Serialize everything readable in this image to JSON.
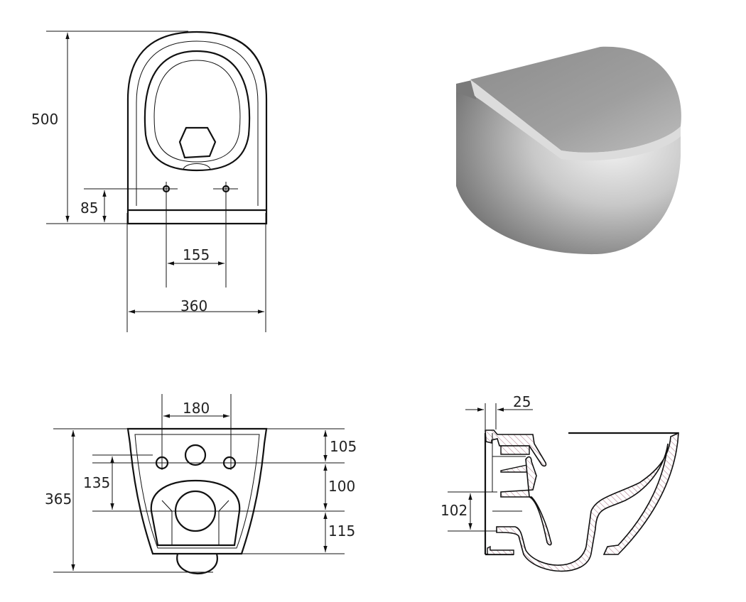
{
  "drawing": {
    "top_view": {
      "height": "500",
      "hole_height": "85",
      "hole_spacing": "155",
      "width": "360"
    },
    "rear_view": {
      "hole_spacing": "180",
      "total_height": "365",
      "left_offset": "135",
      "top_offset": "105",
      "middle_offset": "100",
      "bottom_offset": "115"
    },
    "section_view": {
      "wall_gap": "25",
      "outlet_height": "102"
    }
  },
  "colors": {
    "line": "#111111",
    "hatch": "#b08090",
    "render_gray": "#9a9a9a"
  }
}
